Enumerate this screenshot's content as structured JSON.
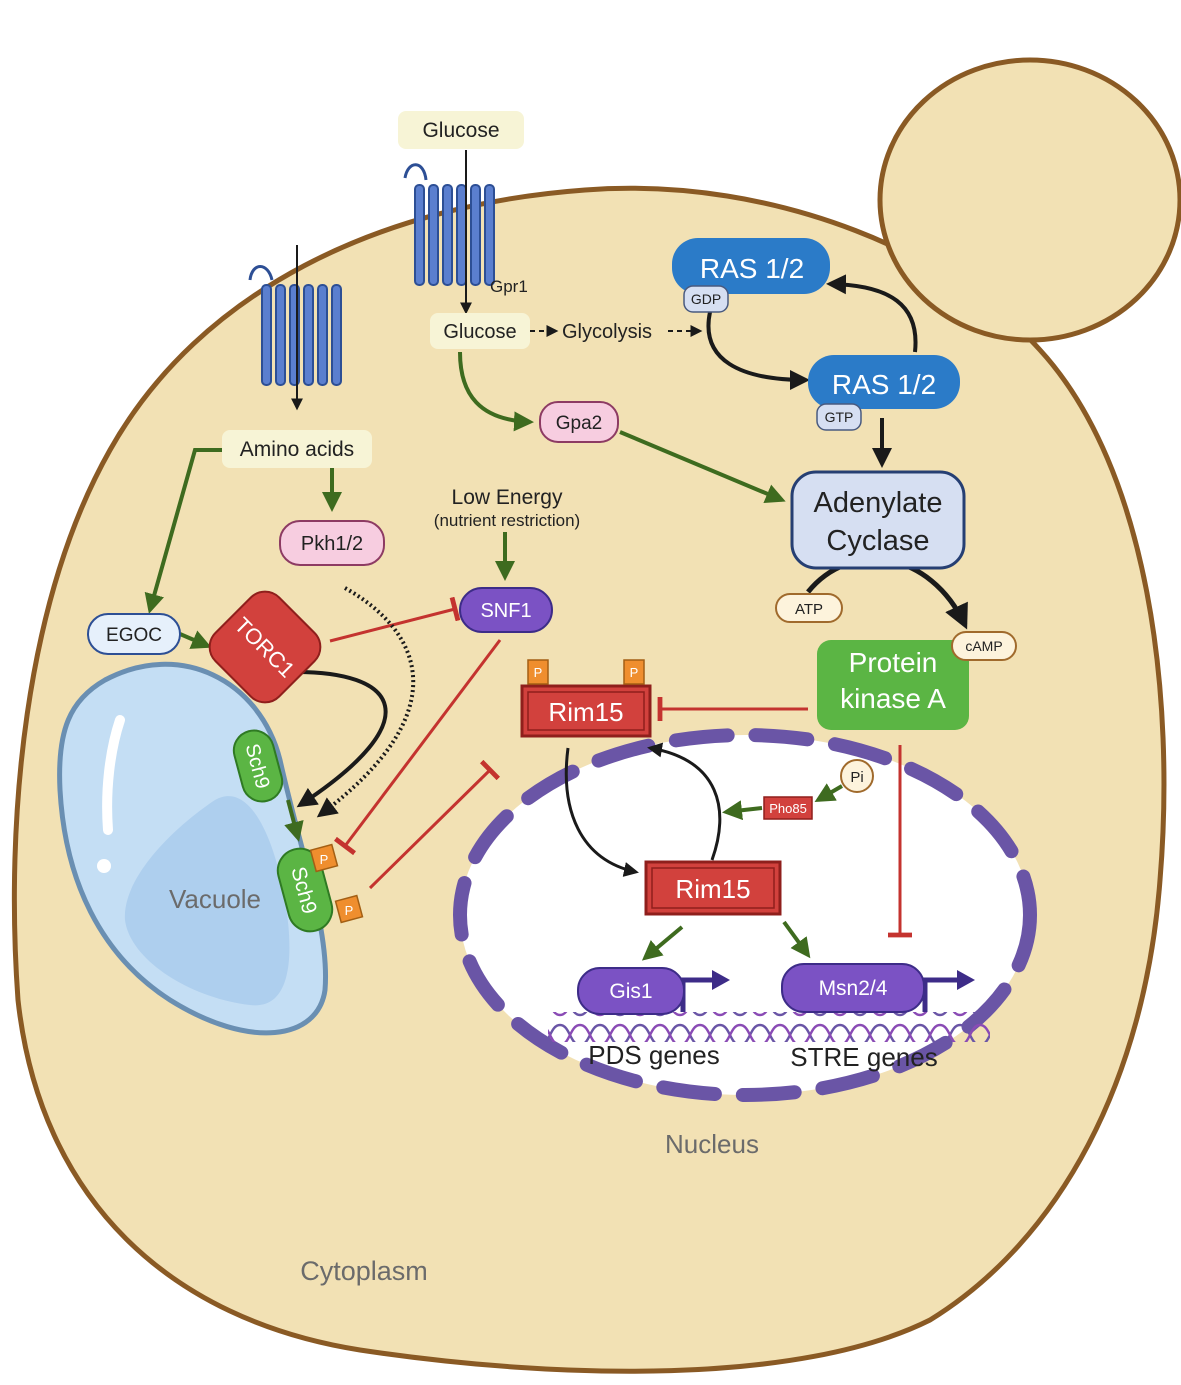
{
  "colors": {
    "cell_fill": "#f2e1b4",
    "cell_stroke": "#8a5a24",
    "activation": "#3e6b1f",
    "inhibition": "#c4332f",
    "nucleus_ring": "#6a55a6",
    "vacuole": "#c4def4"
  },
  "regions": {
    "cytoplasm": "Cytoplasm",
    "vacuole": "Vacuole",
    "nucleus": "Nucleus"
  },
  "molecules": {
    "glucose_outside": "Glucose",
    "gpr1": "Gpr1",
    "glucose_inside": "Glucose",
    "glycolysis": "Glycolysis",
    "gpa2": "Gpa2",
    "amino_acids": "Amino acids",
    "pkh": "Pkh1/2",
    "egoc": "EGOC",
    "torc1": "TORC1",
    "sch9_top": "Sch9",
    "sch9_bottom": "Sch9",
    "low_energy": "Low Energy",
    "nutrient_restriction": "(nutrient restriction)",
    "snf1": "SNF1",
    "ras_gdp": "RAS 1/2",
    "gdp": "GDP",
    "ras_gtp": "RAS 1/2",
    "gtp": "GTP",
    "adenylate_1": "Adenylate",
    "adenylate_2": "Cyclase",
    "atp": "ATP",
    "camp": "cAMP",
    "pka_1": "Protein",
    "pka_2": "kinase A",
    "rim15_cyto": "Rim15",
    "rim15_nuc": "Rim15",
    "phospho": "P",
    "pi": "Pi",
    "pho85": "Pho85",
    "gis1": "Gis1",
    "msn24": "Msn2/4",
    "pds_genes": "PDS genes",
    "stre_genes": "STRE genes"
  }
}
